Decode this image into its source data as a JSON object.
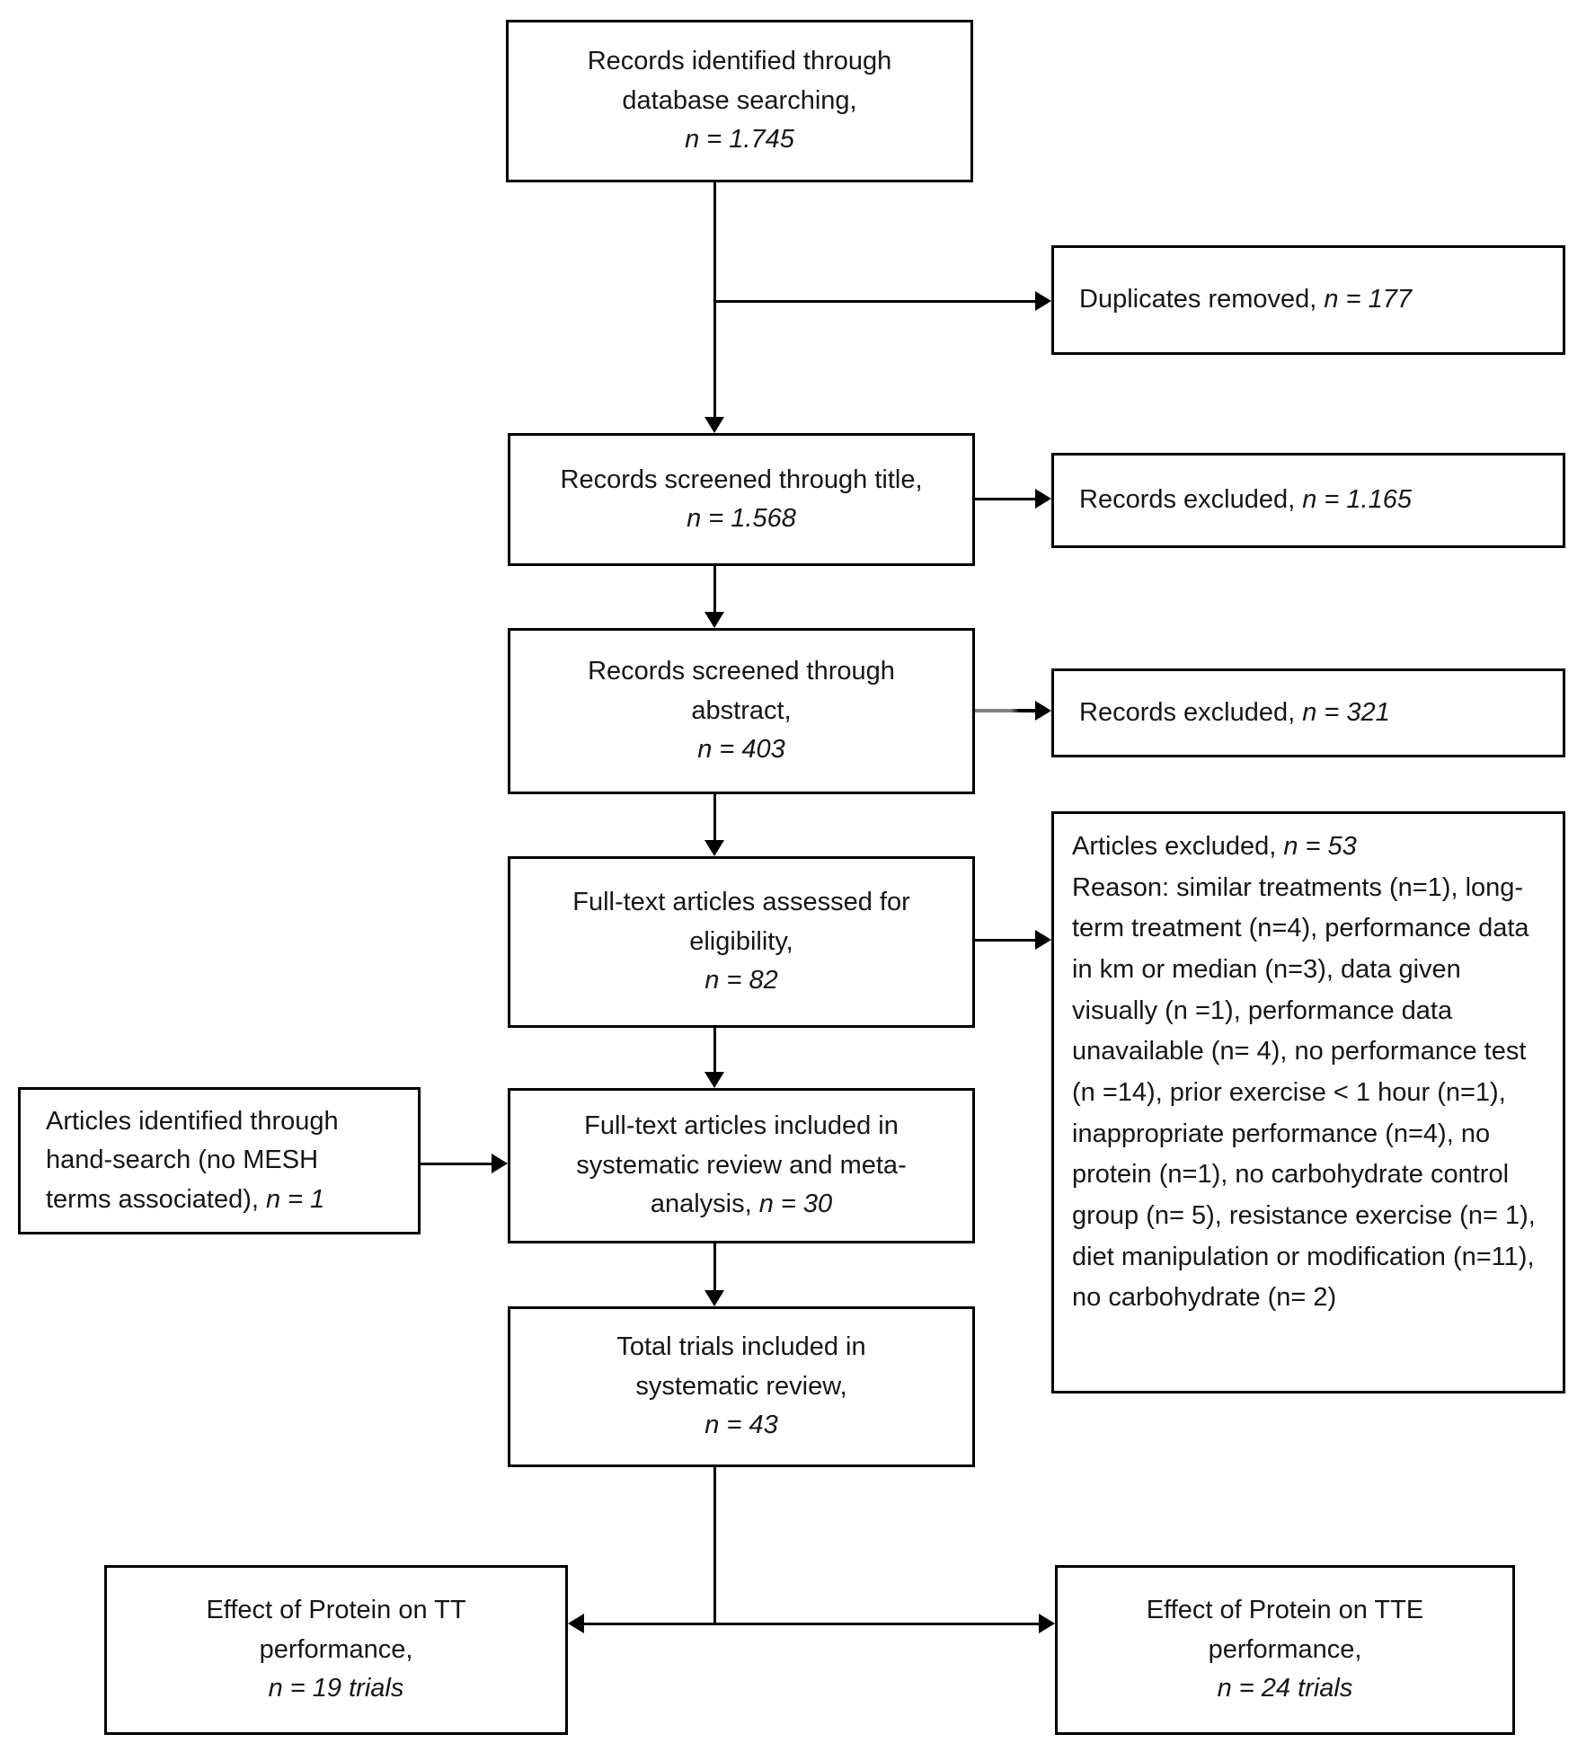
{
  "colors": {
    "line": "#000000",
    "gray_connector": "#808080",
    "text": "#161616",
    "box_background": "#ffffff"
  },
  "boxes": {
    "identified": {
      "line1": "Records identified through",
      "line2": "database searching,",
      "n": "n = 1.745"
    },
    "duplicates": {
      "prefix": "Duplicates removed, ",
      "n": "n = 177"
    },
    "screened_title": {
      "line1": "Records screened through title,",
      "n": "n = 1.568"
    },
    "excluded_title": {
      "prefix": "Records excluded, ",
      "n": "n = 1.165"
    },
    "screened_abstract": {
      "line1": "Records screened through",
      "line2": "abstract,",
      "n": "n = 403"
    },
    "excluded_abstract": {
      "prefix": "Records excluded, ",
      "n": "n = 321"
    },
    "fulltext_assessed": {
      "line1": "Full-text articles assessed for",
      "line2": "eligibility,",
      "n": "n = 82"
    },
    "articles_excluded": {
      "prefix": "Articles excluded, ",
      "n": "n = 53",
      "reasons": "Reason: similar treatments (n=1), long-term treatment (n=4), performance data in km or median (n=3), data given visually (n =1), performance data unavailable (n= 4), no performance test (n =14), prior exercise < 1 hour (n=1), inappropriate performance (n=4), no protein (n=1), no carbohydrate control group (n= 5), resistance exercise (n= 1), diet manipulation or modification (n=11), no carbohydrate (n= 2)"
    },
    "hand_search": {
      "line1": "Articles identified through",
      "line2": "hand-search (no MESH",
      "line3_prefix": "terms associated), ",
      "n": "n = 1"
    },
    "fulltext_included": {
      "line1": "Full-text articles included in",
      "line2": "systematic review and meta-",
      "line3_prefix": "analysis, ",
      "n": "n = 30"
    },
    "total_trials": {
      "line1": "Total trials included in",
      "line2": "systematic review,",
      "n": "n = 43"
    },
    "tt": {
      "line1": "Effect of Protein on TT",
      "line2": "performance,",
      "n": "n = 19  trials"
    },
    "tte": {
      "line1": "Effect of Protein on TTE",
      "line2": "performance,",
      "n": "n = 24  trials"
    }
  }
}
